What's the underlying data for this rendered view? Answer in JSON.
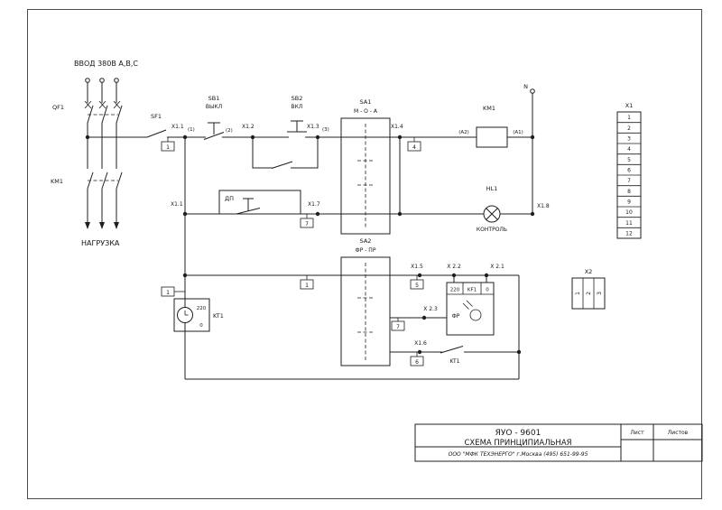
{
  "power_section": {
    "input_label": "ВВОД 380В А,В,С",
    "breaker": "QF1",
    "contactor": "KM1",
    "load": "НАГРУЗКА"
  },
  "row1": {
    "sf1": "SF1",
    "x1_1": "X1.1",
    "wire1": "(1)",
    "marker1": "1",
    "sb1": "SB1",
    "sb1_caption": "ВЫКЛ",
    "wire2": "(2)",
    "x1_2": "X1.2",
    "sb2": "SB2",
    "sb2_caption": "ВКЛ",
    "wire3": "(3)",
    "x1_3": "X1.3",
    "sa1": "SA1",
    "sa1_modes": "М - О - А",
    "x1_4": "X1.4",
    "marker4": "4",
    "km1_coil": "KM1",
    "a2": "(А2)",
    "a1": "(А1)",
    "neutral": "N"
  },
  "row2": {
    "x1_1": "X1.1",
    "dp": "ДП",
    "x1_7": "X1.7",
    "marker7": "7",
    "hl1": "HL1",
    "hl1_caption": "КОНТРОЛЬ",
    "x1_8": "X1.8"
  },
  "sa2_section": {
    "sa2": "SA2",
    "sa2_modes": "ФР - ПР",
    "marker_in": "1",
    "x1_5": "X1.5",
    "marker5": "5",
    "x2_2": "X 2.2",
    "x2_1": "X 2.1",
    "x2_3": "X 2.3",
    "marker_x23": "7",
    "x1_6": "X1.6",
    "marker6": "6",
    "kt1_contact": "KT1"
  },
  "kf1_block": {
    "v220": "220",
    "name": "KF1",
    "v0": "0",
    "fr": "ФР"
  },
  "kt1_block": {
    "name": "KT1",
    "v220": "220",
    "v0": "0",
    "marker1": "1"
  },
  "terminal_x1": {
    "label": "X1",
    "terminals": [
      "1",
      "2",
      "3",
      "4",
      "5",
      "6",
      "7",
      "8",
      "9",
      "10",
      "11",
      "12"
    ]
  },
  "terminal_x2": {
    "label": "X2",
    "terminals": [
      "1",
      "2",
      "3"
    ]
  },
  "title_block": {
    "model": "ЯУО - 9601",
    "doc_title": "СХЕМА ПРИНЦИПИАЛЬНАЯ",
    "company": "ООО \"МФК ТЕХЭНЕРГО\" г.Москва  (495) 651-99-95",
    "sheet_label": "Лист",
    "sheets_label": "Листов"
  }
}
